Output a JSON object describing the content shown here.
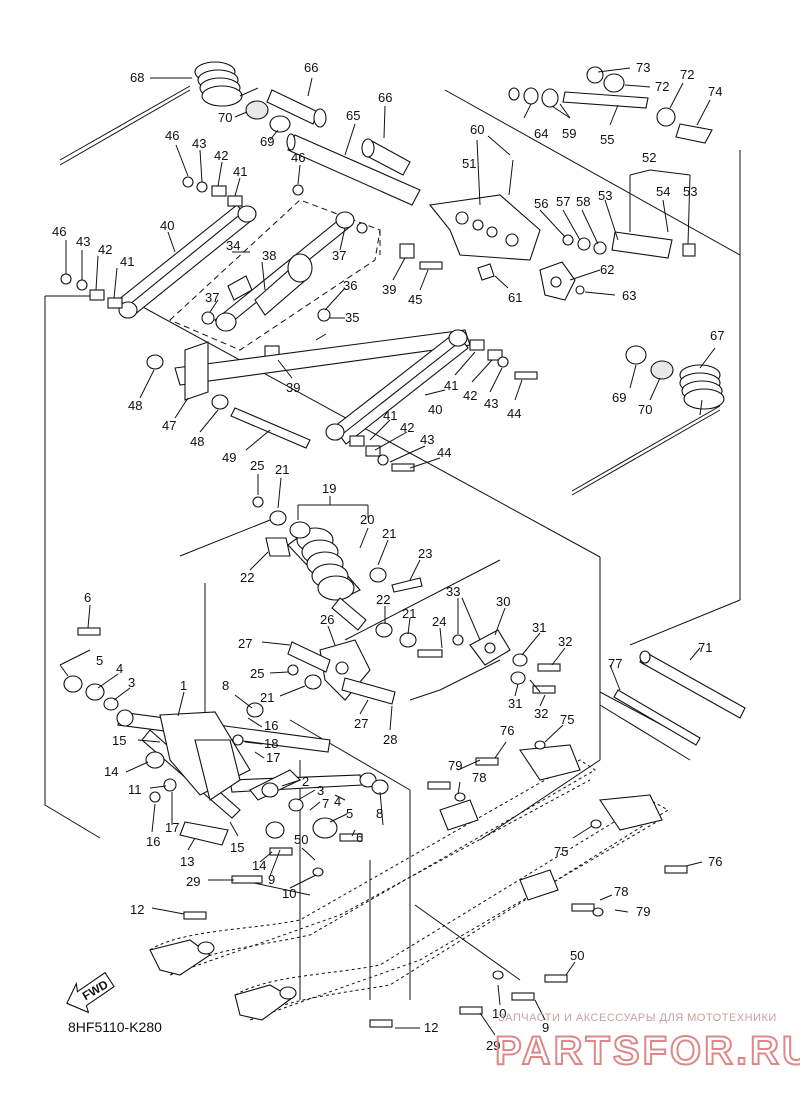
{
  "diagram_code": "8HF5110-K280",
  "fwd_label": "FWD",
  "watermark": {
    "tagline": "ЗАПЧАСТИ И АКСЕССУАРЫ ДЛЯ МОТОТЕХНИКИ",
    "brand": "PARTSFOR.RU"
  },
  "callouts": [
    "1",
    "2",
    "3",
    "4",
    "5",
    "6",
    "7",
    "8",
    "9",
    "10",
    "11",
    "12",
    "13",
    "14",
    "15",
    "16",
    "17",
    "18",
    "19",
    "20",
    "21",
    "22",
    "23",
    "24",
    "25",
    "26",
    "27",
    "28",
    "29",
    "30",
    "31",
    "32",
    "33",
    "34",
    "35",
    "36",
    "37",
    "38",
    "39",
    "40",
    "41",
    "42",
    "43",
    "44",
    "45",
    "46",
    "47",
    "48",
    "49",
    "50",
    "51",
    "52",
    "53",
    "54",
    "55",
    "56",
    "57",
    "58",
    "59",
    "60",
    "61",
    "62",
    "63",
    "64",
    "65",
    "66",
    "67",
    "68",
    "69",
    "70",
    "71",
    "72",
    "73",
    "74",
    "75",
    "76",
    "77",
    "78",
    "79"
  ]
}
